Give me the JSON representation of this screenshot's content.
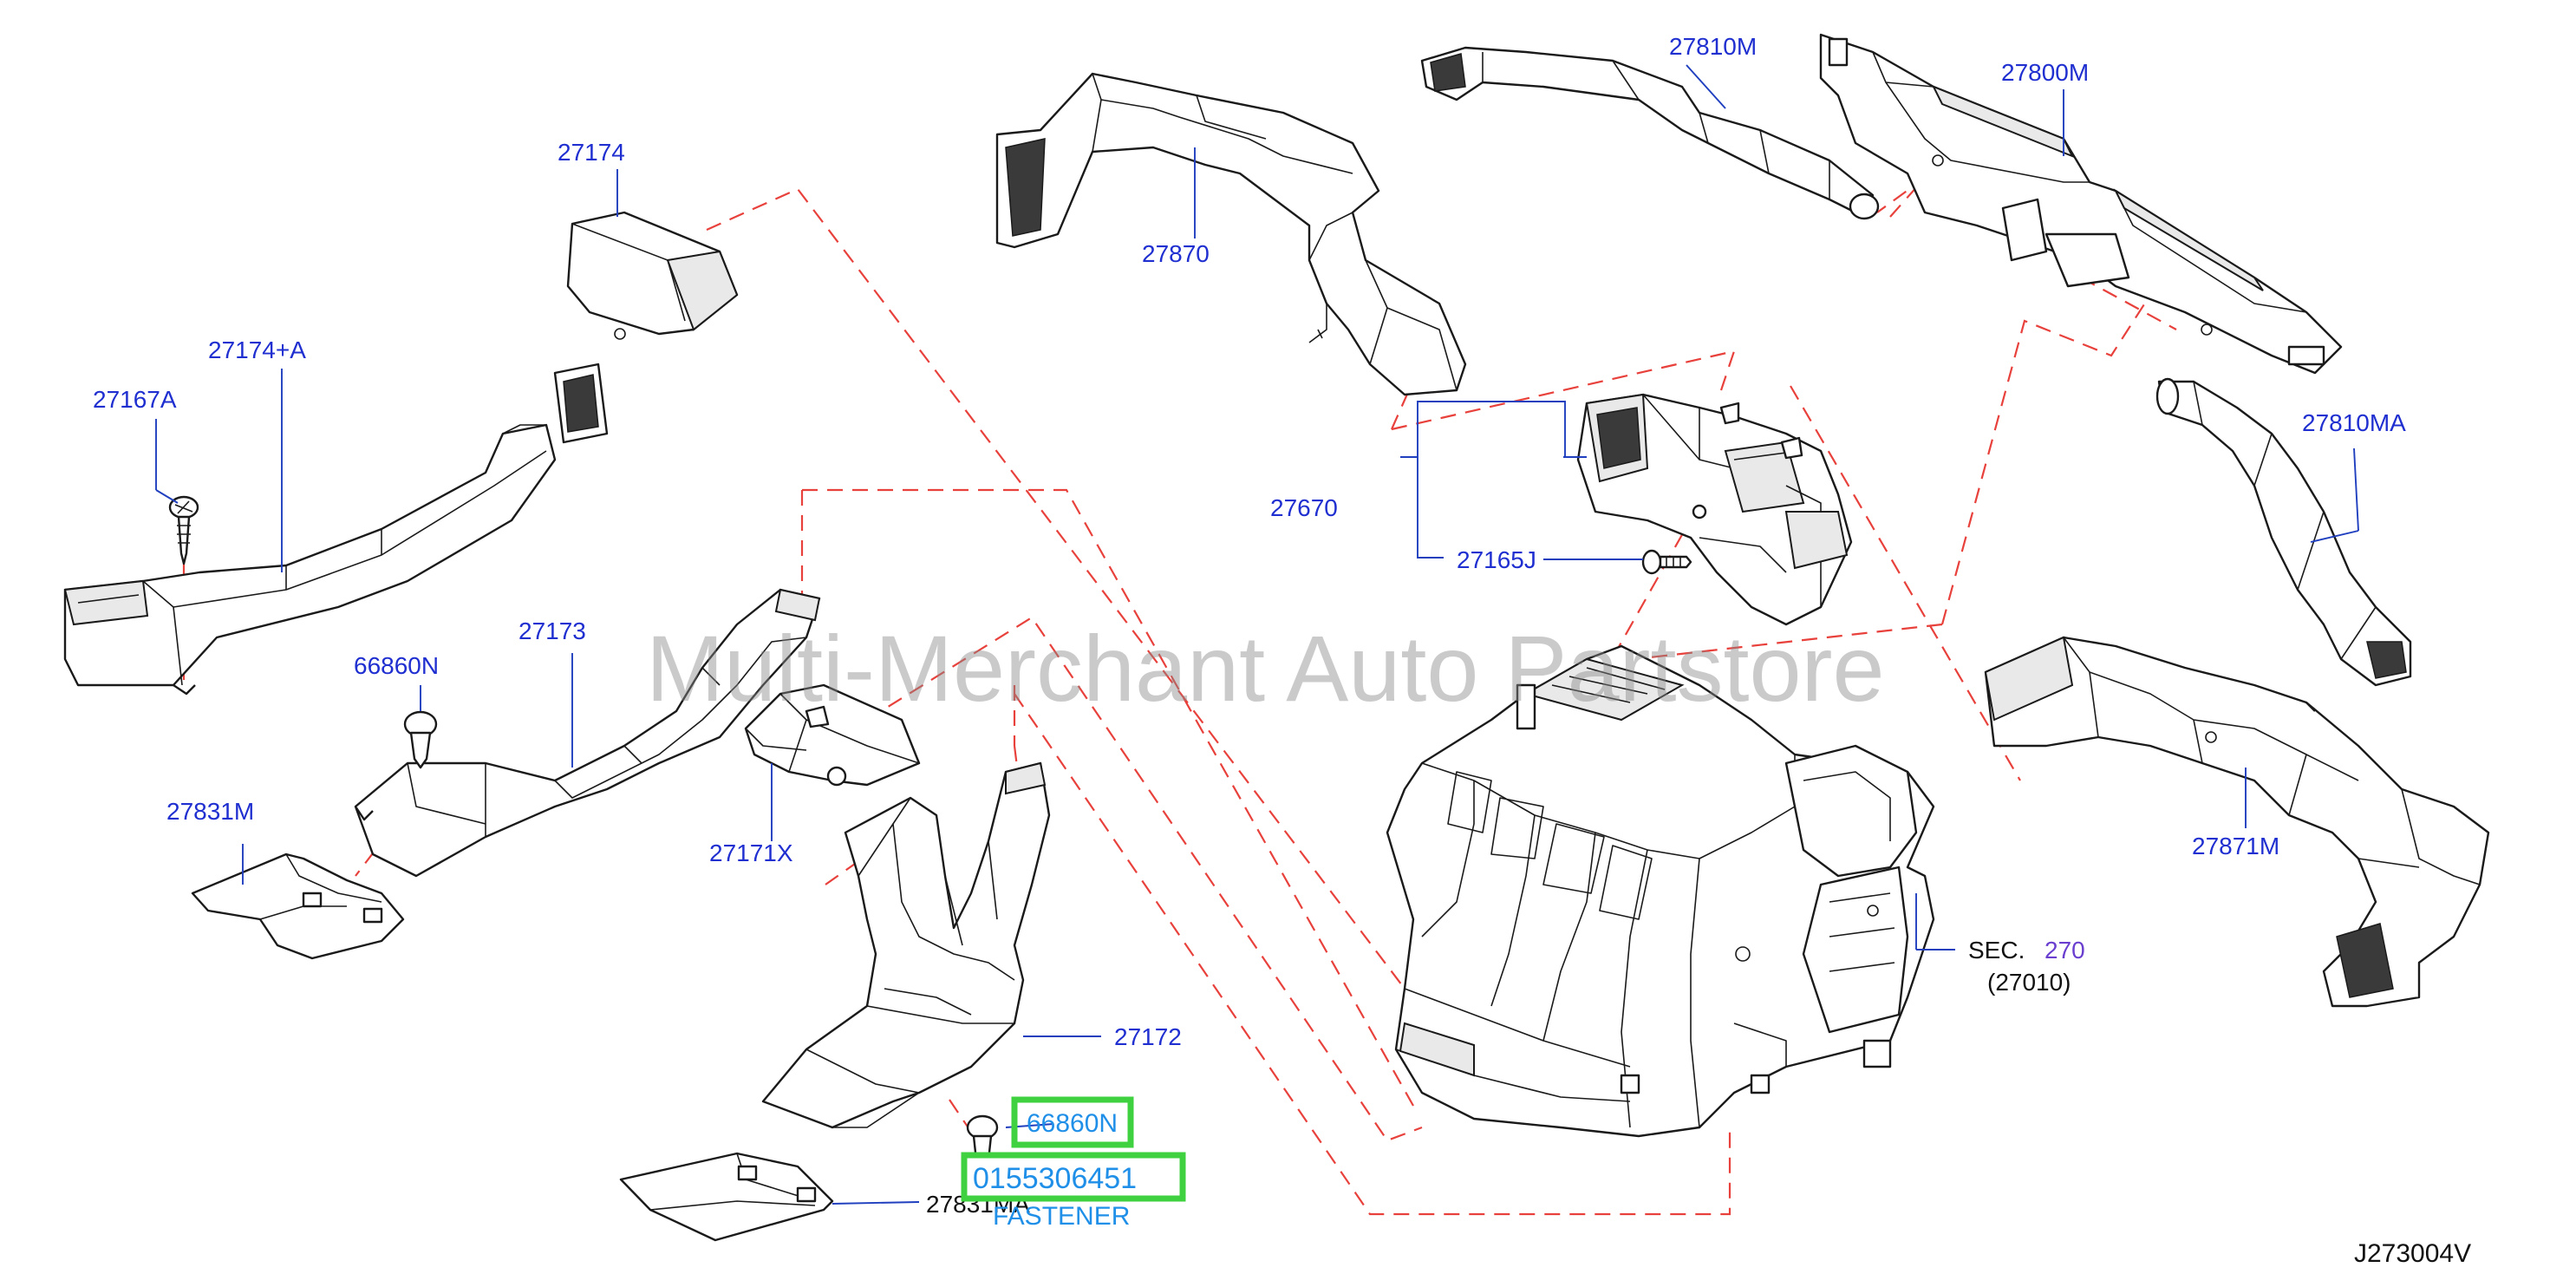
{
  "watermark": "Multi-Merchant Auto Partstore",
  "diagram_code": "J273004V",
  "labels": {
    "p27174": "27174",
    "p27174a": "27174+A",
    "p27167a": "27167A",
    "p27870": "27870",
    "p27810m": "27810M",
    "p27800m": "27800M",
    "p27810ma": "27810MA",
    "p27670": "27670",
    "p27165j": "27165J",
    "p27173": "27173",
    "p66860n_left": "66860N",
    "p27831m": "27831M",
    "p27171x": "27171X",
    "p27871m": "27871M",
    "sec_prefix": "SEC.",
    "sec_number": "270",
    "sec_ref": "(27010)",
    "p27172": "27172",
    "p66860n_hl": "66860N",
    "part_number_hl": "0155306451",
    "p27831ma": "27831MA",
    "fastener": "FASTENER"
  },
  "colors": {
    "label_blue": "#1f2fd0",
    "highlight_blue": "#1f8fe8",
    "highlight_green": "#3fd13f",
    "dash_red": "#e8413c",
    "section_purple": "#6a3fd0"
  }
}
